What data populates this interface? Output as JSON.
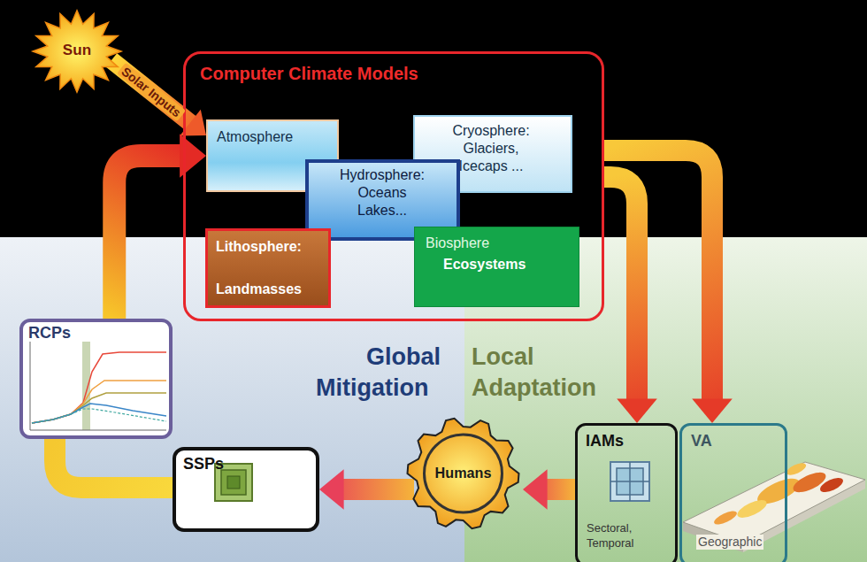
{
  "diagram": {
    "nodes": [
      {
        "text": [
          "Sun"
        ]
      },
      {
        "text": [
          "Computer Climate Models"
        ]
      },
      {
        "text": [
          "Atmosphere"
        ],
        "in": 1
      },
      {
        "text": [
          "Cryosphere: Glaciers, Icecaps ..."
        ],
        "in": 1
      },
      {
        "text": [
          "Hydrosphere: Oceans Lakes..."
        ],
        "in": 1
      },
      {
        "text": [
          "Lithosphere:",
          "Landmasses"
        ],
        "in": 1
      },
      {
        "text": [
          "Biosphere",
          "Ecosystems"
        ],
        "in": 1
      },
      {
        "text": [
          "RCPs"
        ]
      },
      {
        "text": [
          "SSPs"
        ]
      },
      {
        "text": [
          "Humans"
        ]
      },
      {
        "text": [
          "IAMs",
          "Sectoral, Temporal"
        ]
      },
      {
        "text": [
          "VA",
          "Geographic"
        ]
      }
    ],
    "edges": [
      {
        "from": 0,
        "to": 2,
        "arrow": "to",
        "label": "Solar Inputs"
      },
      {
        "from": 7,
        "to": 2,
        "arrow": "to"
      },
      {
        "from": 8,
        "to": 7,
        "arrow": "none"
      },
      {
        "from": 9,
        "to": 8,
        "arrow": "to"
      },
      {
        "from": 10,
        "to": 9,
        "arrow": "to"
      },
      {
        "from": 1,
        "to": 10,
        "arrow": "to"
      },
      {
        "from": 1,
        "to": 11,
        "arrow": "to"
      }
    ],
    "labels": [
      "Global",
      "Mitigation",
      "Local",
      "Adaptation"
    ]
  }
}
